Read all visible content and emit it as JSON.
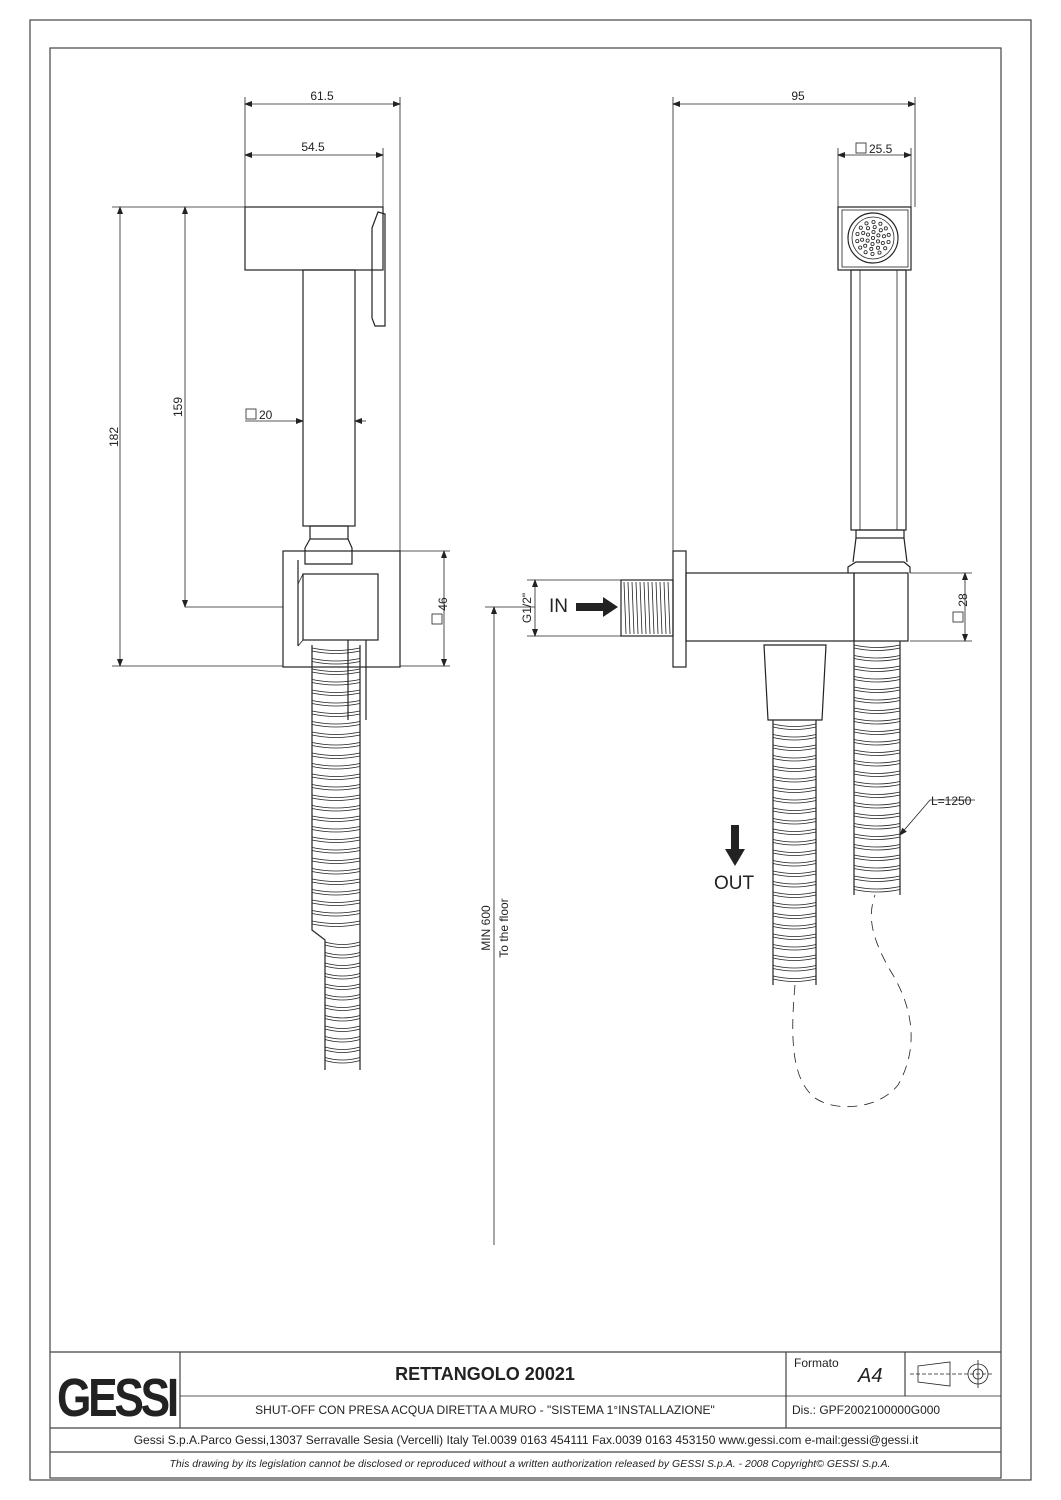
{
  "dimensions": {
    "left_width_total": "61.5",
    "left_width_inner": "54.5",
    "left_height_total": "182",
    "left_height_inner": "159",
    "handle_square": "20",
    "body_square": "46",
    "right_width": "95",
    "head_square": "25.5",
    "union_square": "28",
    "thread": "G1/2\"",
    "hose_length": "L=1250",
    "min_height": "MIN 600",
    "min_height_note": "To the floor"
  },
  "flow": {
    "in_label": "IN",
    "out_label": "OUT"
  },
  "title_block": {
    "logo": "GESSI",
    "product": "RETTANGOLO 20021",
    "description": "SHUT-OFF CON PRESA ACQUA DIRETTA A MURO - \"SISTEMA 1°INSTALLAZIONE\"",
    "formato_label": "Formato",
    "formato_value": "A4",
    "drawing_number": "Dis.: GPF2002100000G000",
    "company_info": "Gessi S.p.A.Parco Gessi,13037 Serravalle Sesia (Vercelli) Italy Tel.0039 0163 454111 Fax.0039 0163 453150 www.gessi.com e-mail:gessi@gessi.it",
    "copyright": "This drawing by its legislation cannot be disclosed or reproduced without a written authorization released by GESSI S.p.A. - 2008 Copyright© GESSI S.p.A."
  }
}
